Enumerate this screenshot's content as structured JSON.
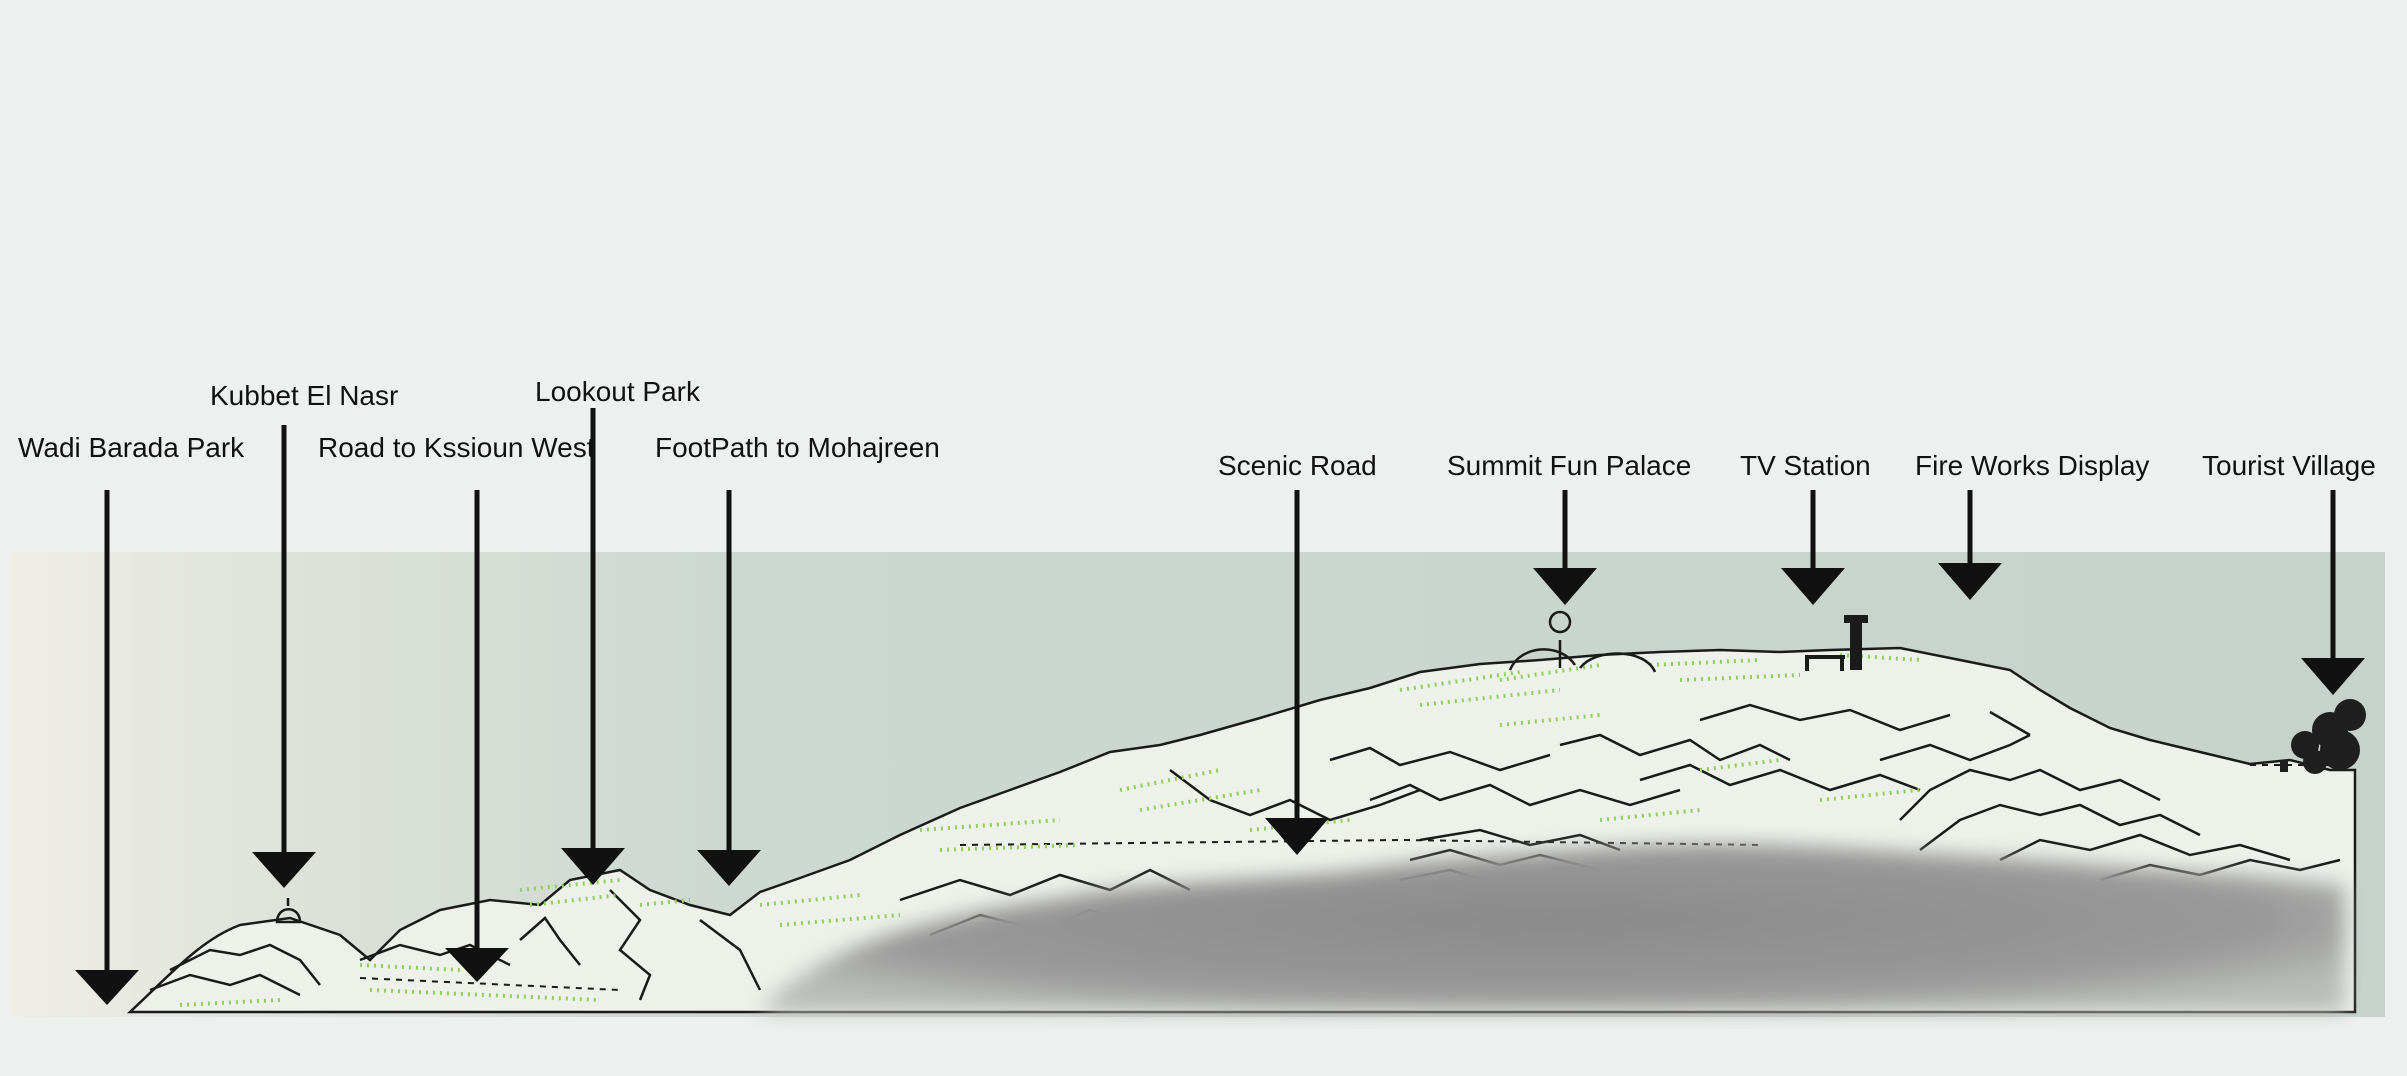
{
  "colors": {
    "background": "#eef0ef",
    "sky": "#c9d4cd",
    "hill": "#eef1ea",
    "grass": "#8fcf5e",
    "shadow": "#8f8f8f",
    "ink": "#111111"
  },
  "labels": [
    {
      "id": "wadi-barada-park",
      "text": "Wadi Barada Park"
    },
    {
      "id": "kubbet-el-nasr",
      "text": "Kubbet El Nasr"
    },
    {
      "id": "road-to-kssioun-west",
      "text": "Road to Kssioun West"
    },
    {
      "id": "lookout-park",
      "text": "Lookout Park"
    },
    {
      "id": "footpath-to-mohajreen",
      "text": "FootPath to Mohajreen"
    },
    {
      "id": "scenic-road",
      "text": "Scenic Road"
    },
    {
      "id": "summit-fun-palace",
      "text": "Summit Fun Palace"
    },
    {
      "id": "tv-station",
      "text": "TV Station"
    },
    {
      "id": "fire-works-display",
      "text": "Fire Works Display"
    },
    {
      "id": "tourist-village",
      "text": "Tourist Village"
    }
  ]
}
